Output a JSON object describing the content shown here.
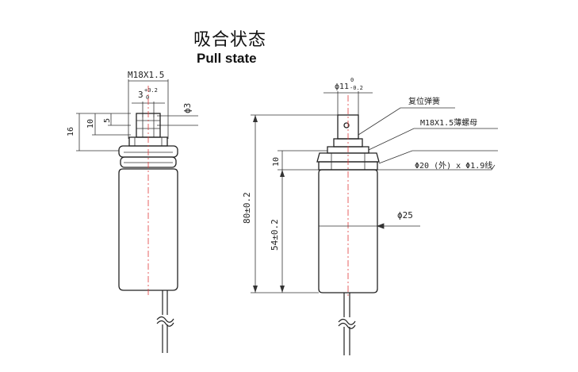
{
  "title": {
    "chinese": "吸合状态",
    "english": "Pull state"
  },
  "left_view": {
    "thread_spec": "M18X1.5",
    "shaft_dim": "3",
    "shaft_tol_upper": "+0.2",
    "shaft_tol_lower": "0",
    "hole_dim": "ϕ3",
    "height_16": "16",
    "height_10": "10",
    "height_5": "5"
  },
  "right_view": {
    "top_dim": "ϕ11",
    "top_tol_upper": "0",
    "top_tol_lower": "-0.2",
    "return_spring": "复位弹簧",
    "thin_nut": "M18X1.5薄螺母",
    "wire_spec": "Φ20 (外) x Φ1.9线",
    "dim_10": "10",
    "length_total": "80±0.2",
    "length_body": "54±0.2",
    "body_dia": "ϕ25"
  }
}
